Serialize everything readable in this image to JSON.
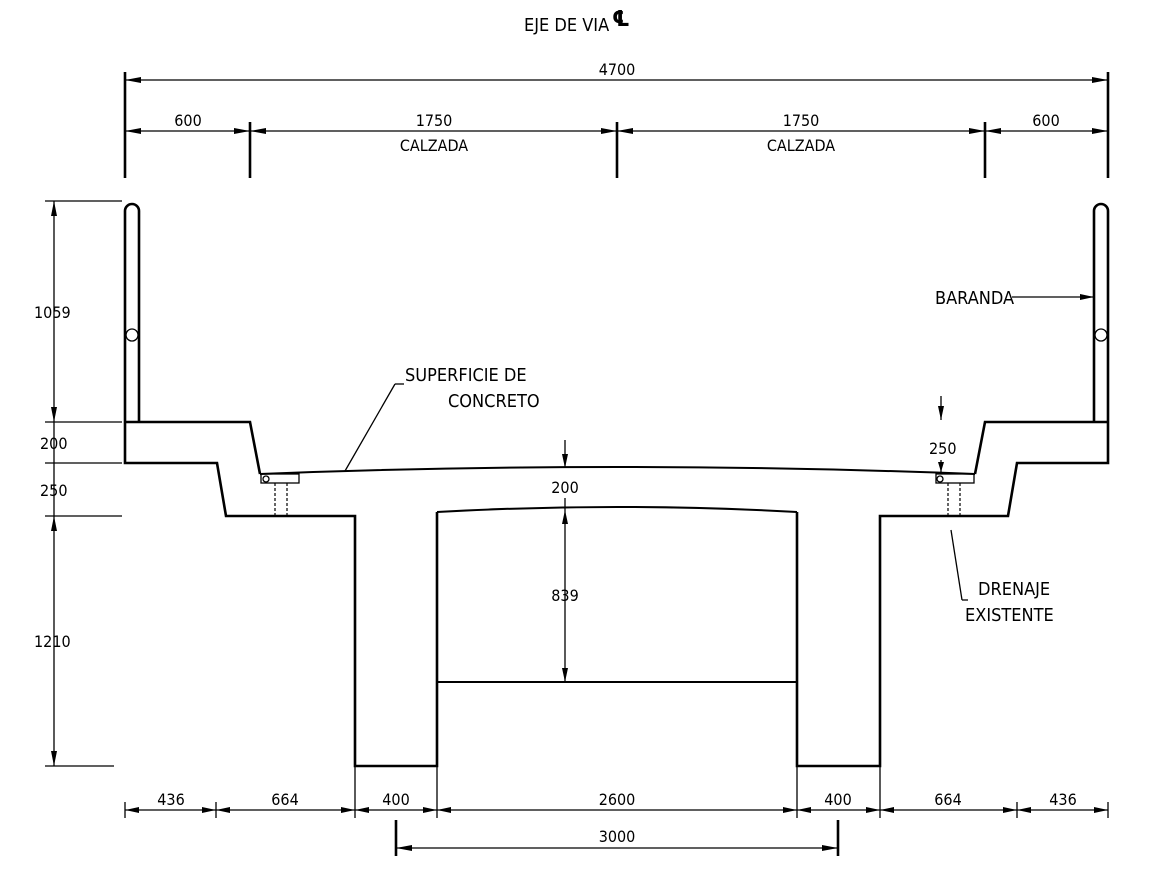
{
  "title": "EJE DE VIA",
  "centerline_symbol": "℄",
  "top_dims": {
    "overall": "4700",
    "left_side": "600",
    "left_lane": "1750",
    "right_lane": "1750",
    "right_side": "600",
    "lane_label_left": "CALZADA",
    "lane_label_right": "CALZADA"
  },
  "left_dims": {
    "railing_height": "1059",
    "slab": "200",
    "haunch": "250",
    "beam": "1210"
  },
  "center_dims": {
    "deck_thickness": "200",
    "box_height": "839",
    "drain_recess": "250"
  },
  "bottom_dims": {
    "d1": "436",
    "d2": "664",
    "d3": "400",
    "d4": "2600",
    "d5": "400",
    "d6": "664",
    "d7": "436",
    "box_width": "3000"
  },
  "labels": {
    "railing": "BARANDA",
    "surface_line1": "SUPERFICIE DE",
    "surface_line2": "CONCRETO",
    "drain_line1": "DRENAJE",
    "drain_line2": "EXISTENTE"
  }
}
